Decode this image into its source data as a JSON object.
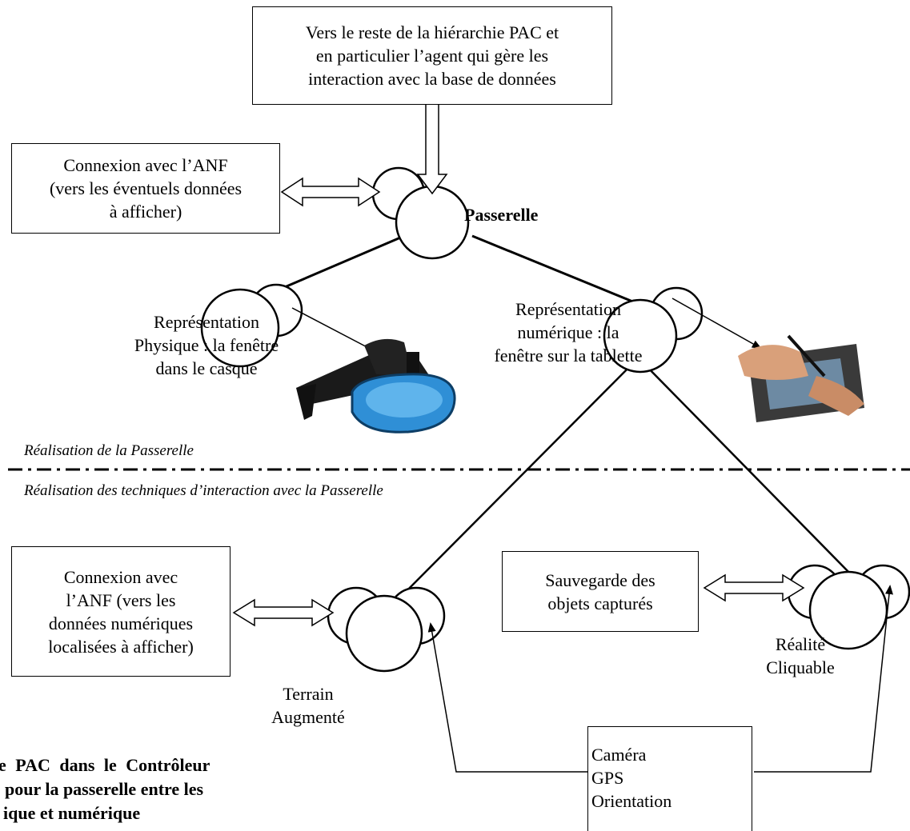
{
  "top_box": {
    "lines": [
      "Vers le reste de la hiérarchie PAC et",
      "en particulier l’agent qui gère les",
      "interaction avec la base de données"
    ]
  },
  "anf_top_box": {
    "lines": [
      "Connexion avec l’ANF",
      "(vers les éventuels données",
      "à afficher)"
    ]
  },
  "passerelle_label": "Passerelle",
  "rep_physique": {
    "lines": [
      "Représentation",
      "Physique : la fenêtre",
      "dans le casque"
    ]
  },
  "rep_numerique": {
    "lines": [
      "Représentation",
      "numérique : la",
      "fenêtre sur la tablette"
    ]
  },
  "section_top_label": "Réalisation de la Passerelle",
  "section_bottom_label": "Réalisation des techniques d’interaction avec la Passerelle",
  "anf_bottom_box": {
    "lines": [
      "Connexion avec",
      "l’ANF (vers les",
      "données numériques",
      "localisées à afficher)"
    ]
  },
  "terrain_label": {
    "lines": [
      "Terrain",
      "Augmenté"
    ]
  },
  "sauvegarde_box": {
    "lines": [
      "Sauvegarde des",
      "objets capturés"
    ]
  },
  "realite_label": {
    "lines": [
      "Réalité",
      "Cliquable"
    ]
  },
  "capteurs_box": {
    "lines": [
      "Caméra",
      "GPS",
      "Orientation"
    ]
  },
  "caption": {
    "lines": [
      "e PAC dans le Contrôleur",
      "pour la passerelle entre les",
      "ique et numérique"
    ]
  },
  "images": {
    "headset": "head-mounted-display-photo",
    "tablet": "tablet-stylus-photo"
  },
  "colors": {
    "headset_lens": "#2f8fd6",
    "tablet_body": "#3a3a3a"
  }
}
